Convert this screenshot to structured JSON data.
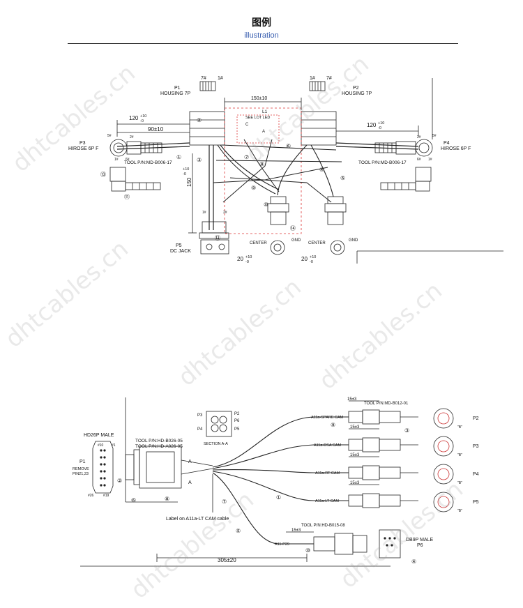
{
  "header": {
    "title": "图例",
    "subtitle": "illustration",
    "subtitle_color": "#3a5fb0"
  },
  "watermark": {
    "text": "dhtcables.cn"
  },
  "diagram1": {
    "p1_id": "P1",
    "p1_desc": "HOUSING 7P",
    "p2_id": "P2",
    "p2_desc": "HOUSING 7P",
    "p3_id": "P3",
    "p3_desc": "HIROSE 6P F",
    "p4_id": "P4",
    "p4_desc": "HIROSE 6P F",
    "p5_id": "P5",
    "p5_desc": "DC JACK",
    "pin7_l": "7#",
    "pin1_l": "1#",
    "pin1_r": "1#",
    "pin7_r": "7#",
    "dim_150": "150±10",
    "dim_120": "120",
    "dim_120_tol": "+10",
    "dim_120_tol2": "-0",
    "dim_90": "90±10",
    "dim_120_r": "120",
    "dim_120_r_tol": "+10",
    "dim_120_r_tol2": "-0",
    "dim_150v": "150",
    "dim_150v_tol": "+10",
    "dim_150v_tol2": "-0",
    "dim_20a": "20",
    "dim_20a_tol": "+10",
    "dim_20a_tol2": "-0",
    "dim_20b": "20",
    "dim_20b_tol": "+10",
    "dim_20b_tol2": "-0",
    "tool_l": "TOOL P/N:MD-B006-17",
    "tool_r": "TOOL P/N:MD-B006-17",
    "l1_title": "L1",
    "l1_line1": "SEE LOT LED",
    "l1_c": "C",
    "l1_a": "A",
    "center_l": "CENTER",
    "gnd_l": "GND",
    "center_r": "CENTER",
    "gnd_r": "GND",
    "pin2_l": "2#",
    "pin1_lb": "1#",
    "pin5_l": "5#",
    "pin6_l": "6#",
    "pin2_r": "2#",
    "pin1_rb": "1#",
    "pin5_r": "5#",
    "pin6_r": "6#",
    "pin1_dc": "1#",
    "pin2_dc": "2#",
    "balloons": [
      "②",
      "③",
      "①",
      "⑬",
      "⑪",
      "⑦",
      "⑧",
      "⑨",
      "⑥",
      "④",
      "⑤",
      "⑩",
      "⑭",
      "⑫"
    ]
  },
  "diagram2": {
    "hd26_title": "HD26P MALE",
    "p1_id": "P1",
    "remove_line1": "REMOVE",
    "remove_line2": "PIN21,23",
    "pin10": "#10",
    "pin1": "#1",
    "pin26": "#26",
    "pin19": "#19",
    "tool1": "TOOL P/N:HD-B026-05",
    "tool2": "TOOL P/N:HD-A026-05",
    "section": "SECTION A-A",
    "sec_p2": "P2",
    "sec_p3": "P3",
    "sec_p4": "P4",
    "sec_p5": "P5",
    "sec_p6": "P6",
    "tool_top": "TOOL P/N:MD-B012-01",
    "dim_15a": "15±3",
    "dim_15b": "15±3",
    "dim_15c": "15±3",
    "dim_15d": "15±3",
    "dim_15e": "15±3",
    "lab_spare": "A11a-SPARE CAM",
    "lab_dsa": "A11a-DSA CAM",
    "lab_rt": "A11a-RT CAM",
    "lab_lt": "A11a-LT CAM",
    "lab_p29": "A11-P29",
    "conn_p2": "P2",
    "conn_p3": "P3",
    "conn_p4": "P4",
    "conn_p5": "P5",
    "b_mark": "\"B\"",
    "label_note": "Label on A11a-LT CAM cable",
    "tool_db": "TOOL P/N:HD-B015-08",
    "db9": "DB9P MALE",
    "p6": "P6",
    "dim_305": "305±20",
    "marker_a1": "A",
    "marker_a2": "A",
    "balloons": [
      "②",
      "⑥",
      "⑧",
      "⑤",
      "①",
      "⑨",
      "⑩",
      "⑦",
      "③",
      "④"
    ]
  }
}
